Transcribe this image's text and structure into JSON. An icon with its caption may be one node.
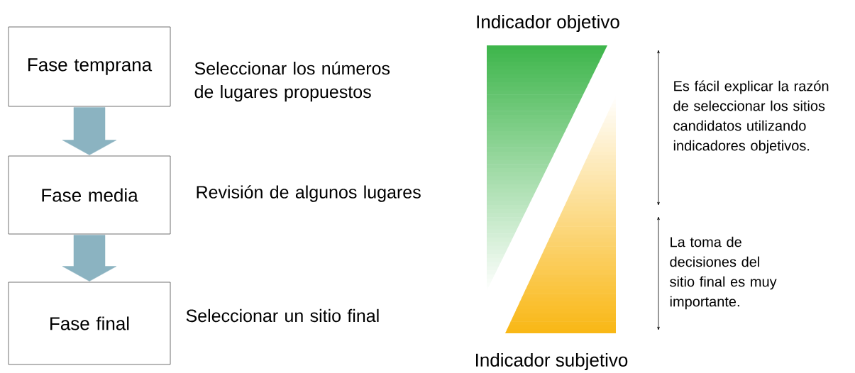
{
  "diagram": {
    "nodes": [
      {
        "text": [
          "Fase temprana"
        ],
        "beside": [
          "Seleccionar los números de lugares propuestos"
        ]
      },
      {
        "text": [
          "Fase media"
        ],
        "beside": [
          "Revisión de algunos lugares"
        ]
      },
      {
        "text": [
          "Fase final"
        ],
        "beside": [
          "Seleccionar un sitio final"
        ]
      },
      {
        "text": [
          "Indicador objetivo"
        ]
      },
      {
        "text": [
          "Indicador subjetivo"
        ]
      }
    ],
    "edges": [
      {
        "from": 0,
        "to": 1,
        "arrow": "to"
      },
      {
        "from": 1,
        "to": 2,
        "arrow": "to"
      }
    ],
    "labels": [
      "Es fácil explicar la razón de seleccionar los sitios candidatos utilizando indicadores objetivos.",
      "La toma de decisiones del sitio final es muy importante."
    ]
  }
}
